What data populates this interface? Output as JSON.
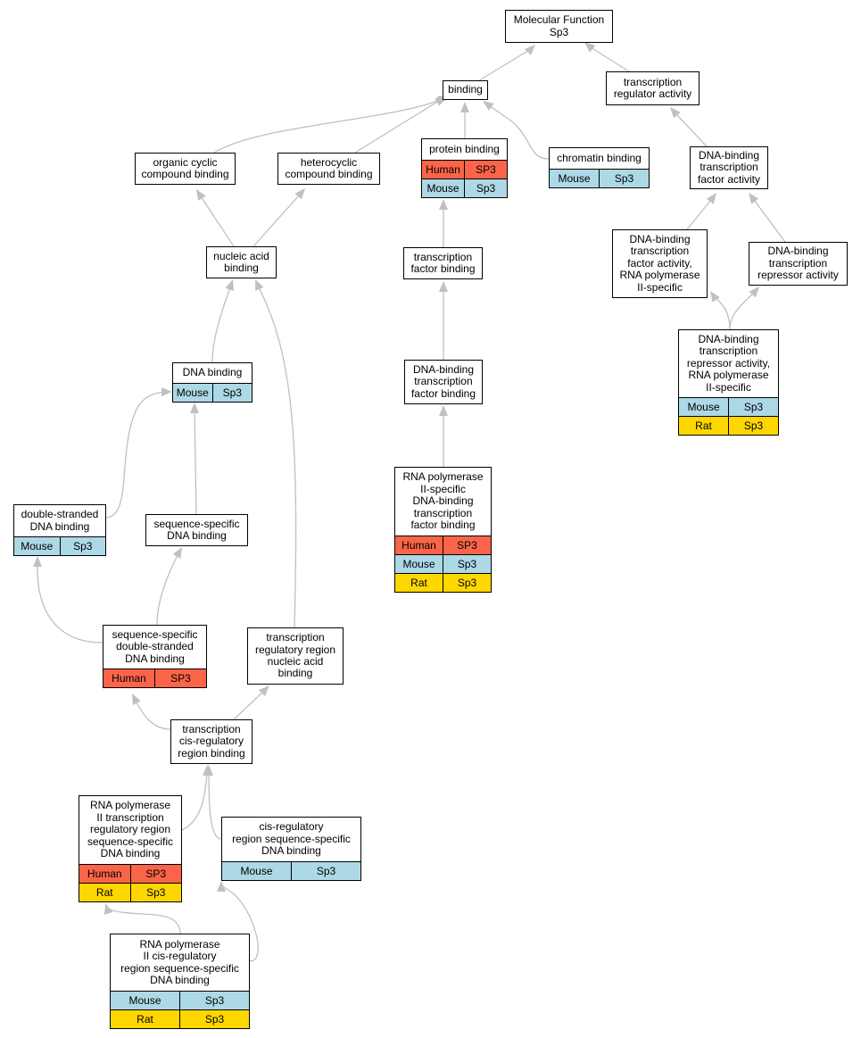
{
  "colors": {
    "edge": "#c0c0c0",
    "human": "#fa6448",
    "mouse": "#add8e6",
    "rat": "#ffd700"
  },
  "nodes": {
    "mf": {
      "label": "Molecular Function\nSp3",
      "rows": []
    },
    "binding": {
      "label": "binding",
      "rows": []
    },
    "tra": {
      "label": "transcription\nregulator activity",
      "rows": []
    },
    "ocb": {
      "label": "organic cyclic\ncompound binding",
      "rows": []
    },
    "hcb": {
      "label": "heterocyclic\ncompound binding",
      "rows": []
    },
    "pb": {
      "label": "protein binding",
      "rows": [
        [
          "Human",
          "SP3"
        ],
        [
          "Mouse",
          "Sp3"
        ]
      ]
    },
    "cb": {
      "label": "chromatin binding",
      "rows": [
        [
          "Mouse",
          "Sp3"
        ]
      ]
    },
    "dbtfa": {
      "label": "DNA-binding\ntranscription\nfactor activity",
      "rows": []
    },
    "nab": {
      "label": "nucleic acid\nbinding",
      "rows": []
    },
    "tfb": {
      "label": "transcription\nfactor binding",
      "rows": []
    },
    "dbtfar2": {
      "label": "DNA-binding\ntranscription\nfactor activity,\nRNA polymerase\nII-specific",
      "rows": []
    },
    "dbtra": {
      "label": "DNA-binding\ntranscription\nrepressor activity",
      "rows": []
    },
    "dbtrar2": {
      "label": "DNA-binding\ntranscription\nrepressor activity,\nRNA polymerase\nII-specific",
      "rows": [
        [
          "Mouse",
          "Sp3"
        ],
        [
          "Rat",
          "Sp3"
        ]
      ]
    },
    "dnab": {
      "label": "DNA binding",
      "rows": [
        [
          "Mouse",
          "Sp3"
        ]
      ]
    },
    "dbtfb": {
      "label": "DNA-binding\ntranscription\nfactor binding",
      "rows": []
    },
    "rnap2": {
      "label": "RNA polymerase\nII-specific\nDNA-binding\ntranscription\nfactor binding",
      "rows": [
        [
          "Human",
          "SP3"
        ],
        [
          "Mouse",
          "Sp3"
        ],
        [
          "Rat",
          "Sp3"
        ]
      ]
    },
    "dsdb": {
      "label": "double-stranded\nDNA binding",
      "rows": [
        [
          "Mouse",
          "Sp3"
        ]
      ]
    },
    "ssdb": {
      "label": "sequence-specific\nDNA binding",
      "rows": []
    },
    "ssds": {
      "label": "sequence-specific\ndouble-stranded\nDNA binding",
      "rows": [
        [
          "Human",
          "SP3"
        ]
      ]
    },
    "trrnab": {
      "label": "transcription\nregulatory region\nnucleic acid\nbinding",
      "rows": []
    },
    "tcrrb": {
      "label": "transcription\ncis-regulatory\nregion binding",
      "rows": []
    },
    "rnap2trr": {
      "label": "RNA polymerase\nII transcription\nregulatory region\nsequence-specific\nDNA binding",
      "rows": [
        [
          "Human",
          "SP3"
        ],
        [
          "Rat",
          "Sp3"
        ]
      ]
    },
    "crrss": {
      "label": "cis-regulatory\nregion sequence-specific\nDNA binding",
      "rows": [
        [
          "Mouse",
          "Sp3"
        ]
      ]
    },
    "rnap2crr": {
      "label": "RNA polymerase\nII cis-regulatory\nregion sequence-specific\nDNA binding",
      "rows": [
        [
          "Mouse",
          "Sp3"
        ],
        [
          "Rat",
          "Sp3"
        ]
      ]
    }
  }
}
